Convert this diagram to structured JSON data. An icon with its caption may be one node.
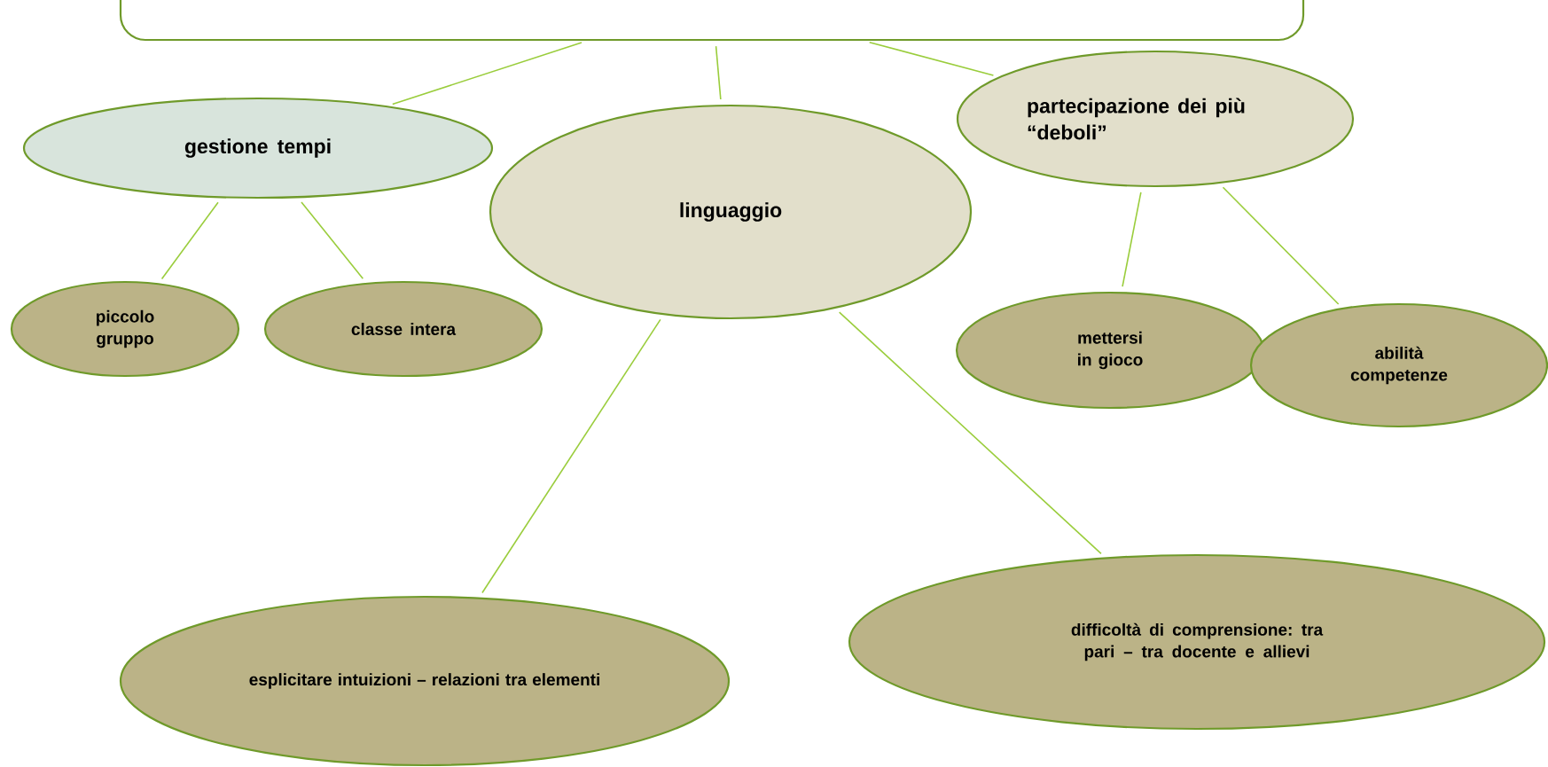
{
  "diagram": {
    "nodes": [
      {
        "text": [],
        "shape": "box"
      },
      {
        "text": [
          "gestione tempi"
        ]
      },
      {
        "text": [
          "linguaggio"
        ]
      },
      {
        "text": [
          "partecipazione dei più “deboli”"
        ]
      },
      {
        "text": [
          "piccolo gruppo"
        ]
      },
      {
        "text": [
          "classe intera"
        ]
      },
      {
        "text": [
          "mettersi in gioco"
        ]
      },
      {
        "text": [
          "abilità competenze"
        ]
      },
      {
        "text": [
          "esplicitare intuizioni – relazioni tra elementi"
        ]
      },
      {
        "text": [
          "difficoltà di comprensione: tra pari – tra docente e allievi"
        ]
      }
    ],
    "edges": [
      {
        "from": 0,
        "to": 1,
        "arrow": "none"
      },
      {
        "from": 0,
        "to": 2,
        "arrow": "none"
      },
      {
        "from": 0,
        "to": 3,
        "arrow": "none"
      },
      {
        "from": 1,
        "to": 4,
        "arrow": "none"
      },
      {
        "from": 1,
        "to": 5,
        "arrow": "none"
      },
      {
        "from": 2,
        "to": 8,
        "arrow": "none"
      },
      {
        "from": 2,
        "to": 9,
        "arrow": "none"
      },
      {
        "from": 3,
        "to": 6,
        "arrow": "none"
      },
      {
        "from": 3,
        "to": 7,
        "arrow": "none"
      }
    ]
  }
}
